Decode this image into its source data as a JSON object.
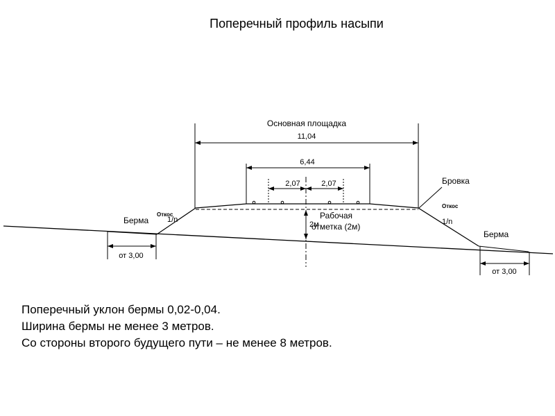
{
  "title": "Поперечный профиль насыпи",
  "diagram": {
    "main_platform": "Основная площадка",
    "width_total": "11,04",
    "width_middle": "6,44",
    "width_left_track": "2,07",
    "width_right_track": "2,07",
    "brovka": "Бровка",
    "otkos_left": "Откос",
    "otkos_right": "Откос",
    "slope_fraction": "1/n",
    "berm_left": "Берма",
    "berm_right": "Берма",
    "berm_width_left": "от 3,00",
    "berm_width_right": "от 3,00",
    "working_mark_line1": "Рабочая",
    "working_mark_line2": "отметка (2м)",
    "height_2m": "2м"
  },
  "notes": [
    "Поперечный уклон бермы 0,02-0,04.",
    "Ширина бермы не менее 3 метров.",
    "Со стороны второго будущего пути – не менее 8 метров."
  ]
}
